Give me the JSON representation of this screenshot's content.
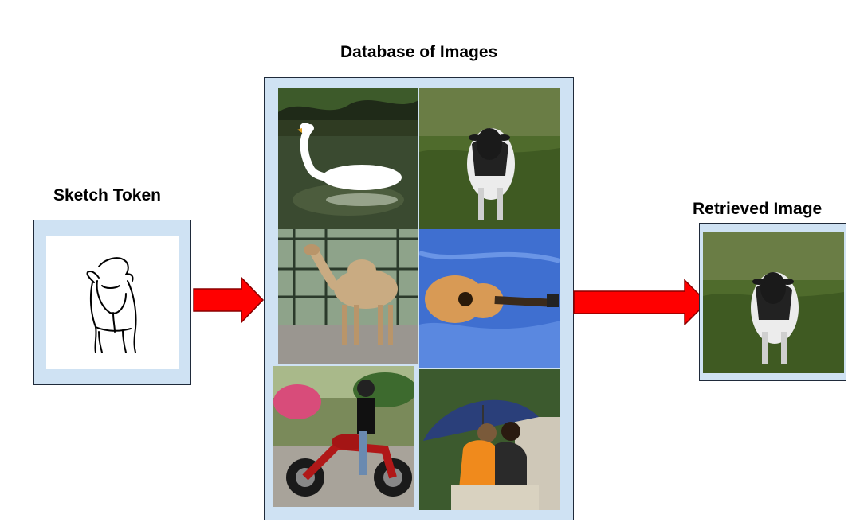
{
  "labels": {
    "sketch_token": "Sketch Token",
    "database": "Database of Images",
    "retrieved": "Retrieved Image"
  },
  "database_images": [
    "swan-photo",
    "cow-photo",
    "camel-photo",
    "guitar-photo",
    "motorcycle-rider-photo",
    "couple-with-umbrella-photo"
  ],
  "retrieved_image": "cow-photo",
  "colors": {
    "panel_fill": "#cfe2f3",
    "panel_border": "#1f2a3a",
    "arrow_fill": "#ff0000",
    "arrow_stroke": "#8a0000"
  }
}
